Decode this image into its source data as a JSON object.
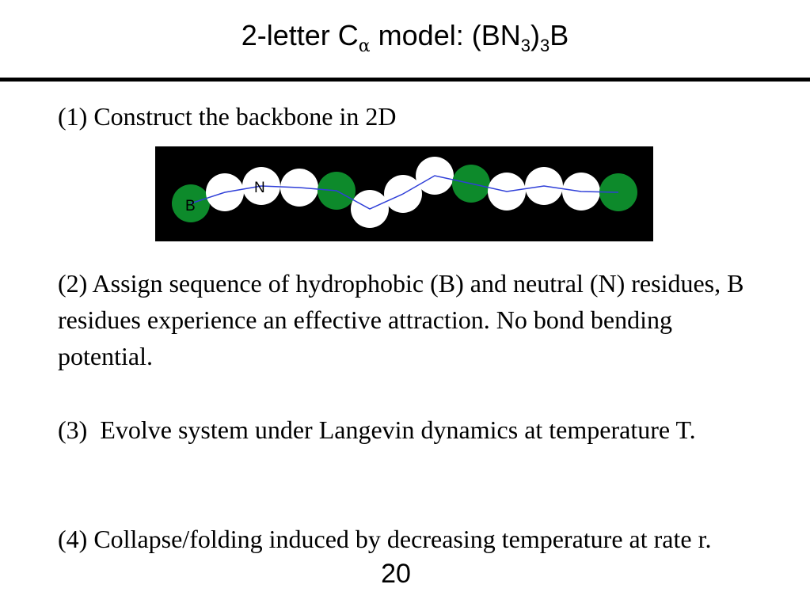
{
  "slide": {
    "title": {
      "main": "2-letter C",
      "alpha": "α",
      "rest": " model:  (BN",
      "sub1": "3",
      "close": ")",
      "sub2": "3",
      "tail": "B"
    },
    "paragraphs": [
      "(1) Construct the backbone in 2D",
      "(2) Assign sequence of hydrophobic (B) and neutral (N) residues, B residues experience an effective attraction. No bond bending potential.",
      "(3)  Evolve system under Langevin dynamics at temperature T.",
      "(4) Collapse/folding induced by decreasing temperature at rate r."
    ],
    "page_number": "20"
  },
  "figure": {
    "background_color": "#000000",
    "hydrophobic_color": "#0d8a2b",
    "neutral_color": "#ffffff",
    "backbone_color": "#2f3fd8",
    "label_B": "B",
    "label_N": "N",
    "sequence": [
      "B",
      "N",
      "N",
      "N",
      "B",
      "N",
      "N",
      "N",
      "B",
      "N",
      "N",
      "N",
      "B"
    ]
  }
}
